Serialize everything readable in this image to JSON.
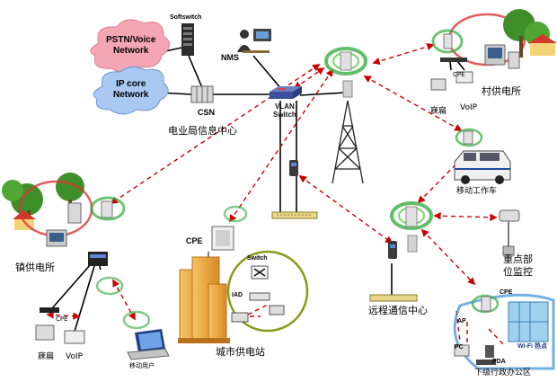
{
  "clouds": {
    "pstn": "PSTN/Voice\nNetwork",
    "ip": "IP core\nNetwork"
  },
  "labels": {
    "softswitch": "Softswitch",
    "nms": "NMS",
    "csn": "CSN",
    "center": "电业局信息中心",
    "vlan_switch": "VLAN\nSwitch",
    "village_station": "村供电所",
    "voip_village": "VoIP",
    "fax_village": "寐扁",
    "cpe_village_tiny": "CPE",
    "mobile_vehicle": "移动工作车",
    "key_monitor": "重点部\n位监控",
    "remote_center": "远程通信中心",
    "town_station": "镇供电所",
    "cpe_town_tiny": "CPE",
    "fax_town": "寐扁",
    "voip_town": "VoIP",
    "mobile_user": "移动用户",
    "cpe_city": "CPE",
    "switch_city": "Switch",
    "iad": "IAD",
    "city_station": "城市供电站",
    "cpe_office": "CPE",
    "ap": "AP",
    "pc": "PC",
    "pda": "PDA",
    "wifi": "Wi-Fi 热点",
    "lower_office": "下级行政办公区"
  },
  "colors": {
    "link_dashed": "#cc0000",
    "link_solid": "#000000",
    "radio_ring": "#2fa83a",
    "pstn_cloud": "#f4a6b4",
    "ip_cloud": "#a9c8f2",
    "ellipse": "#8a9a1a",
    "building": "#e8a33a",
    "office_ring": "#3b8fd6"
  }
}
